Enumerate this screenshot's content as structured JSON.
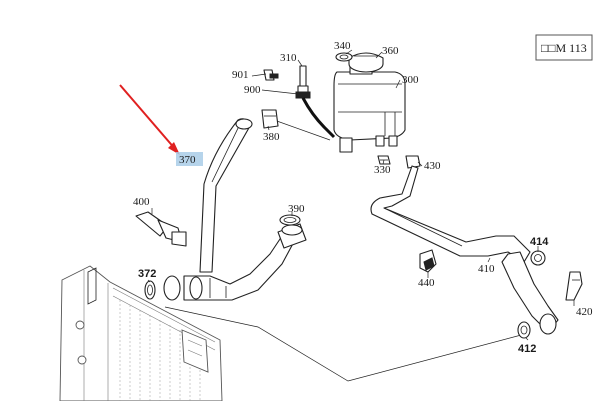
{
  "model_tag": "□□M 113",
  "highlight_color": "#a9cde8",
  "arrow_color": "#e02020",
  "callouts": [
    {
      "id": "900",
      "text": "900"
    },
    {
      "id": "901",
      "text": "901"
    },
    {
      "id": "310",
      "text": "310"
    },
    {
      "id": "340",
      "text": "340"
    },
    {
      "id": "360",
      "text": "360"
    },
    {
      "id": "300",
      "text": "300"
    },
    {
      "id": "380",
      "text": "380"
    },
    {
      "id": "330",
      "text": "330"
    },
    {
      "id": "430",
      "text": "430"
    },
    {
      "id": "370",
      "text": "370"
    },
    {
      "id": "400",
      "text": "400"
    },
    {
      "id": "390",
      "text": "390"
    },
    {
      "id": "372",
      "text": "372"
    },
    {
      "id": "414",
      "text": "414"
    },
    {
      "id": "410",
      "text": "410"
    },
    {
      "id": "440",
      "text": "440"
    },
    {
      "id": "420",
      "text": "420"
    },
    {
      "id": "412",
      "text": "412"
    }
  ]
}
